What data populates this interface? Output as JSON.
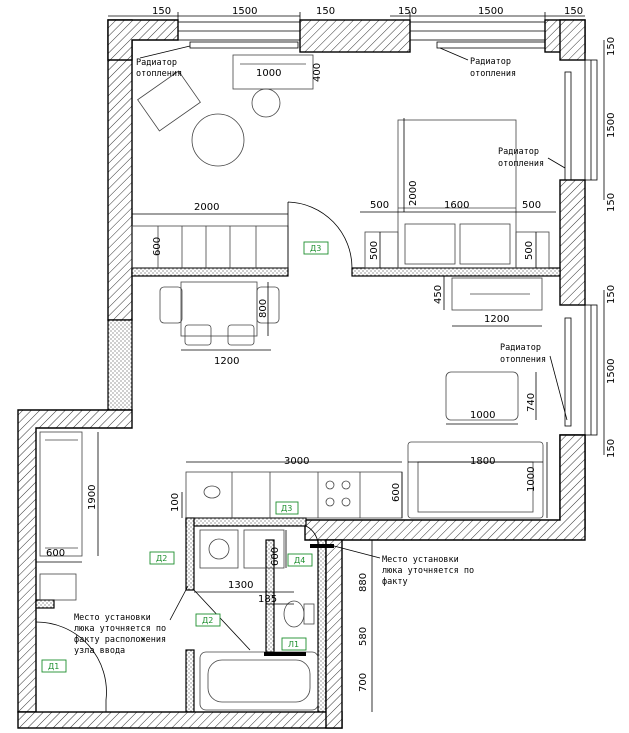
{
  "dimensions": {
    "top_left": [
      "150",
      "1500",
      "150"
    ],
    "top_right": [
      "150",
      "1500",
      "150"
    ],
    "right_upper": [
      "150",
      "1500",
      "150"
    ],
    "right_lower": [
      "150",
      "1500",
      "150"
    ],
    "window_unit": "1000",
    "window_depth": "400",
    "kitchen_width": "2000",
    "kitchen_depth": "600",
    "table_depth": "800",
    "table_width": "1200",
    "bed_length": "2000",
    "bed_width": "1600",
    "bedside_left": "500",
    "bedside_right": "500",
    "bedside_depth": "500",
    "desk_offset": "450",
    "desk_width": "1200",
    "coffee_table_width": "1000",
    "coffee_table_depth": "740",
    "wardrobe_length": "1900",
    "wardrobe_depth": "600",
    "counter_width": "3000",
    "counter_depth": "600",
    "sofa_width": "1800",
    "sofa_depth": "1000",
    "bath_offset": "100",
    "bath_width": "1300",
    "bath_depth": "600",
    "bath_gap": "185",
    "wc_1": "880",
    "wc_2": "580",
    "wc_3": "700"
  },
  "notes": {
    "radiator_1": [
      "Радиатор",
      "отопления"
    ],
    "radiator_2": [
      "Радиатор",
      "отопления"
    ],
    "radiator_3": [
      "Радиатор",
      "отопления"
    ],
    "radiator_4": [
      "Радиатор",
      "отопления"
    ],
    "hatch_left": [
      "Место установки",
      "люка уточняется по",
      "факту расположения",
      "узла ввода"
    ],
    "hatch_right": [
      "Место установки",
      "люка уточняется по",
      "факту"
    ]
  },
  "doors": {
    "d1": "Д1",
    "d2": "Д2",
    "d2b": "Д2",
    "d3": "Д3",
    "d3b": "Д3",
    "d4": "Д4",
    "l1": "Л1"
  }
}
